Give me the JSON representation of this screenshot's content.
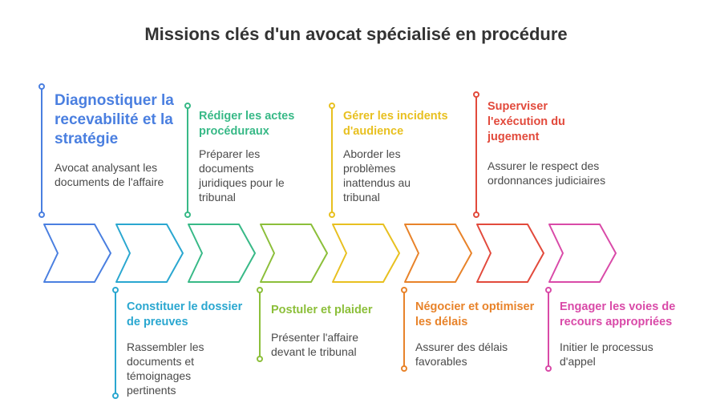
{
  "title": "Missions clés d'un avocat spécialisé en procédure",
  "steps": [
    {
      "title": "Diagnostiquer la recevabilité et la stratégie",
      "desc": "Avocat analysant les documents de l'affaire",
      "color": "#4a7fe0"
    },
    {
      "title": "Constituer le dossier de preuves",
      "desc": "Rassembler les documents et témoignages pertinents",
      "color": "#2aa7d0"
    },
    {
      "title": "Rédiger les actes procéduraux",
      "desc": "Préparer les documents juridiques pour le tribunal",
      "color": "#38b987"
    },
    {
      "title": "Postuler et plaider",
      "desc": "Présenter l'affaire devant le tribunal",
      "color": "#8cbf3a"
    },
    {
      "title": "Gérer les incidents d'audience",
      "desc": "Aborder les problèmes inattendus au tribunal",
      "color": "#e8c020"
    },
    {
      "title": "Négocier et optimiser les délais",
      "desc": "Assurer des délais favorables",
      "color": "#e8832a"
    },
    {
      "title": "Superviser l'exécution du jugement",
      "desc": "Assurer le respect des ordonnances judiciaires",
      "color": "#e24a3c"
    },
    {
      "title": "Engager les voies de recours appropriées",
      "desc": "Initier le processus d'appel",
      "color": "#d94aa8"
    }
  ]
}
